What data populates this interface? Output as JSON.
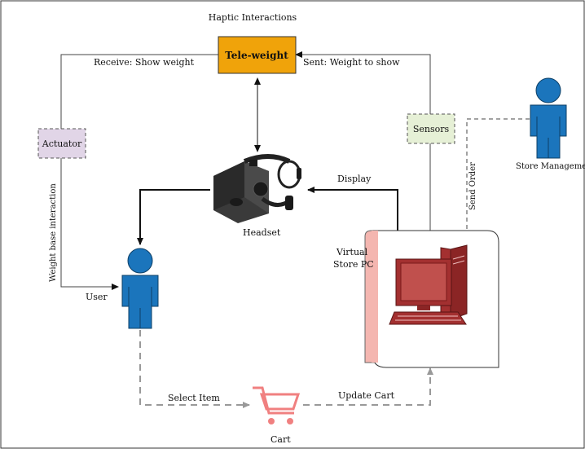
{
  "diagram": {
    "title": "Haptic Interactions",
    "nodes": {
      "tele_weight": "Tele-weight",
      "actuator": "Actuator",
      "sensors": "Sensors",
      "headset": "Headset",
      "user": "User",
      "store_pc_line1": "Virtual",
      "store_pc_line2": "Store PC",
      "store_management": "Store Management",
      "cart": "Cart"
    },
    "edges": {
      "receive": "Receive: Show weight",
      "sent": "Sent: Weight to show",
      "display": "Display",
      "send_order": "Send Order",
      "weight_base": "Weight base interaction",
      "select_item": "Select Item",
      "update_cart": "Update Cart"
    },
    "colors": {
      "tele_weight_fill": "#f0a30a",
      "actuator_fill": "#e1d5e7",
      "sensors_fill": "#e6f0d6",
      "person_fill": "#1b75bc",
      "pc_red": "#a33030",
      "cart_pink": "#f08080",
      "doc_pink": "#f4b6b0"
    },
    "icons": {
      "person": "person-icon",
      "headset": "vr-headset-icon",
      "computer": "desktop-computer-icon",
      "cart": "shopping-cart-icon"
    }
  }
}
